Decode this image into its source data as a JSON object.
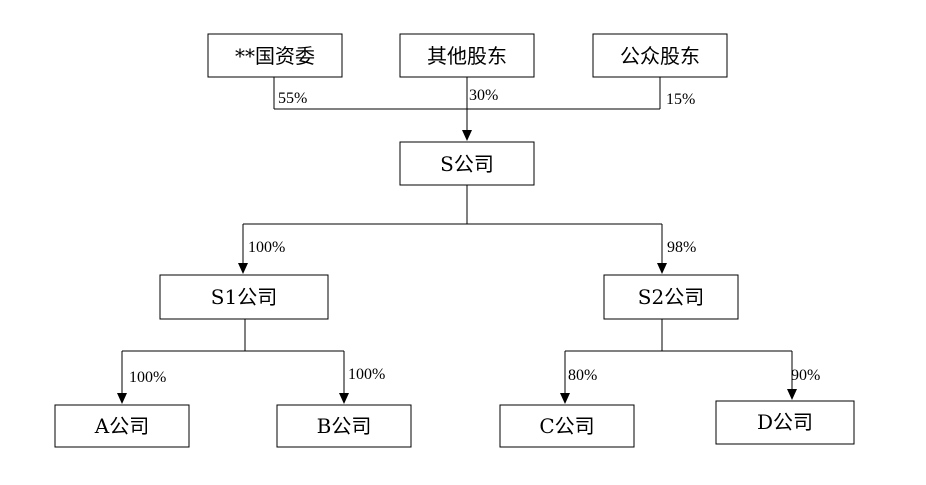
{
  "nodes": {
    "sasac": "**国资委",
    "other_shareholders": "其他股东",
    "public_shareholders": "公众股东",
    "s_company": "S公司",
    "s1_company": "S1公司",
    "s2_company": "S2公司",
    "a_company": "A公司",
    "b_company": "B公司",
    "c_company": "C公司",
    "d_company": "D公司"
  },
  "percentages": {
    "sasac_to_s": "55%",
    "other_to_s": "30%",
    "public_to_s": "15%",
    "s_to_s1": "100%",
    "s_to_s2": "98%",
    "s1_to_a": "100%",
    "s1_to_b": "100%",
    "s2_to_c": "80%",
    "s2_to_d": "90%"
  }
}
